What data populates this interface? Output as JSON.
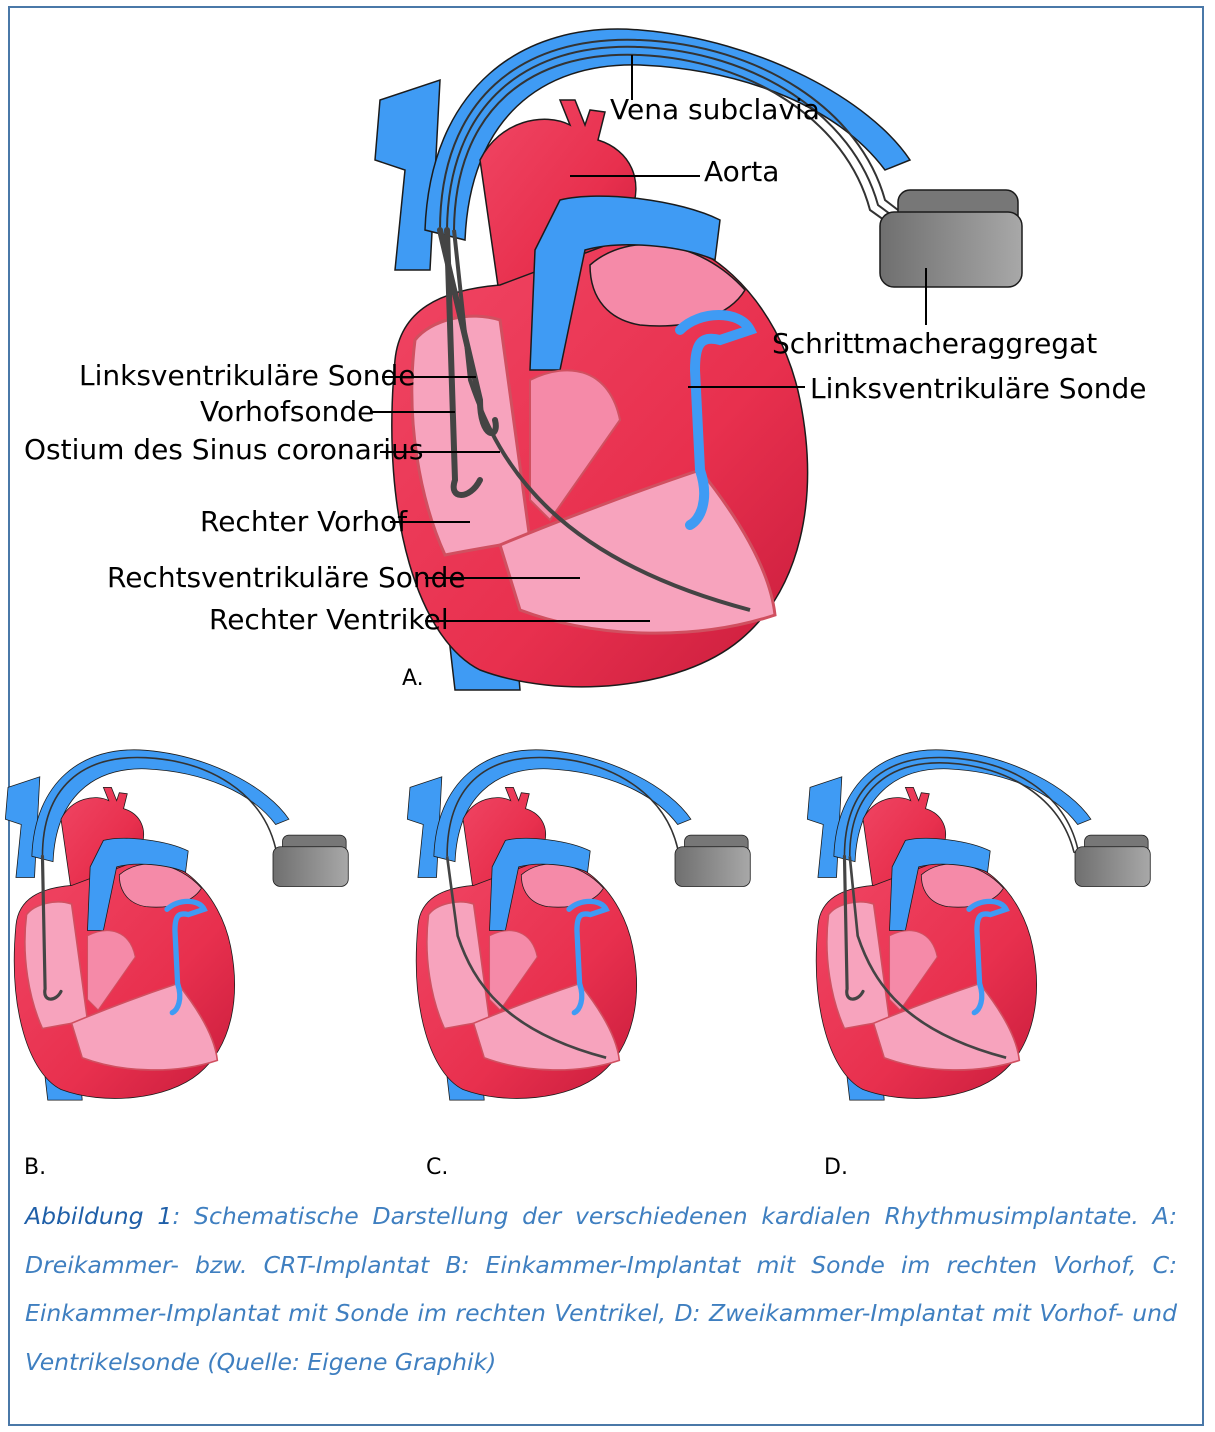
{
  "figure_a": {
    "label": "A.",
    "annotations": {
      "vena_subclavia": "Vena subclavia",
      "aorta": "Aorta",
      "schrittmacheraggregat": "Schrittmacheraggregat",
      "linksventrikulaere_sonde_right": "Linksventrikuläre Sonde",
      "linksventrikulaere_sonde_left": "Linksventrikuläre Sonde",
      "vorhofsonde": "Vorhofsonde",
      "ostium": "Ostium des Sinus coronarius",
      "rechter_vorhof": "Rechter Vorhof",
      "rechtsventrikulaere_sonde": "Rechtsventrikuläre Sonde",
      "rechter_ventrikel": "Rechter Ventrikel"
    }
  },
  "figure_b": {
    "label": "B."
  },
  "figure_c": {
    "label": "C."
  },
  "figure_d": {
    "label": "D."
  },
  "caption": {
    "title": "Abbildung 1",
    "text": ": Schematische Darstellung der verschiedenen kardialen Rhythmusimplantate. A: Dreikammer- bzw. CRT-Implantat B: Einkammer-Implantat mit Sonde im rechten Vorhof, C: Einkammer-Implantat mit Sonde im rechten Ventrikel, D: Zweikammer-Implantat mit Vorhof- und Ventrikelsonde (Quelle: Eigene Graphik)"
  },
  "colors": {
    "vein_blue": "#3f9bf4",
    "heart_red": "#e8304e",
    "heart_dark": "#c8203e",
    "chamber_pink": "#f58aa8",
    "inner_pink": "#f7a3bd",
    "device_gray": "#888888",
    "caption_blue": "#3f7fc0",
    "frame_blue": "#4a78a8"
  }
}
